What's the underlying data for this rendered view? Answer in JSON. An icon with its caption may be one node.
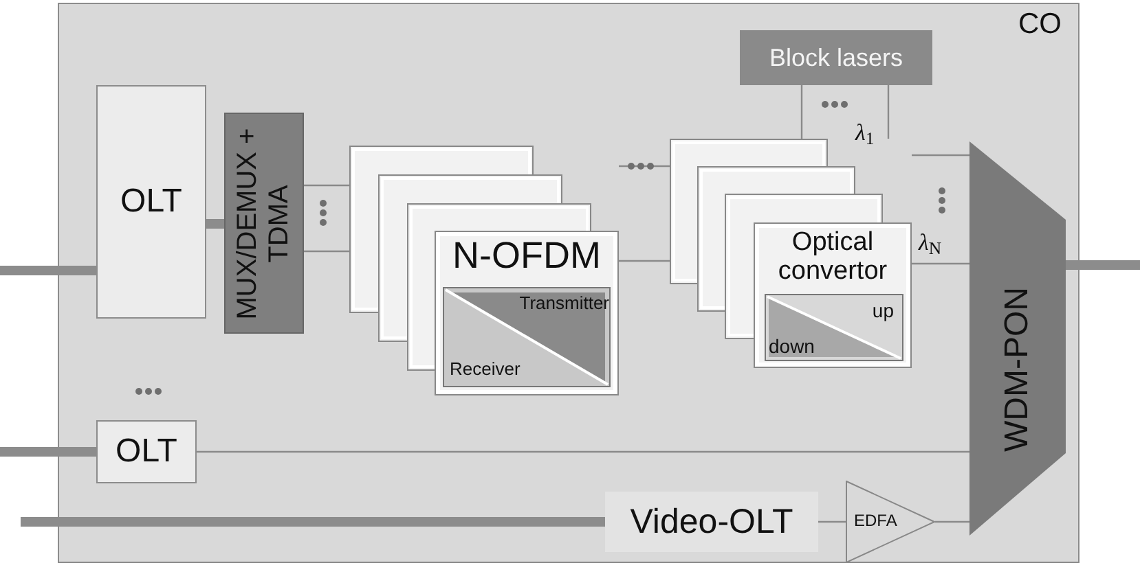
{
  "diagram": {
    "nodes": [
      {
        "text": [
          "CO"
        ]
      },
      {
        "text": [
          "OLT"
        ],
        "in": 0
      },
      {
        "text": [
          "OLT"
        ],
        "in": 0
      },
      {
        "text": [
          "MUX/DEMUX + TDMA"
        ],
        "in": 0
      },
      {
        "text": [
          "N-OFDM",
          "Transmitter",
          "Receiver"
        ],
        "in": 0
      },
      {
        "text": [
          "Optical convertor",
          "up",
          "down"
        ],
        "in": 0
      },
      {
        "text": [
          "Block lasers"
        ],
        "in": 0
      },
      {
        "text": [
          "WDM-PON"
        ],
        "in": 0
      },
      {
        "text": [
          "Video-OLT"
        ],
        "in": 0
      },
      {
        "text": [
          "EDFA"
        ],
        "in": 0
      }
    ],
    "edges": [
      {
        "from": null,
        "to": 1,
        "arrow": "none",
        "style": "thick"
      },
      {
        "from": null,
        "to": 2,
        "arrow": "none",
        "style": "thick"
      },
      {
        "from": null,
        "to": 8,
        "arrow": "none",
        "style": "thick"
      },
      {
        "from": 7,
        "to": null,
        "arrow": "none",
        "style": "thick"
      },
      {
        "from": 1,
        "to": 3,
        "arrow": "none",
        "style": "thick"
      },
      {
        "from": 3,
        "to": 4,
        "arrow": "none"
      },
      {
        "from": 3,
        "to": 4,
        "arrow": "none"
      },
      {
        "from": 4,
        "to": 5,
        "arrow": "none"
      },
      {
        "from": 4,
        "to": 5,
        "arrow": "none"
      },
      {
        "from": 5,
        "to": 7,
        "arrow": "none"
      },
      {
        "from": 5,
        "to": 7,
        "arrow": "none"
      },
      {
        "from": 6,
        "to": 5,
        "arrow": "none"
      },
      {
        "from": 6,
        "to": 5,
        "arrow": "none"
      },
      {
        "from": 2,
        "to": 7,
        "arrow": "none"
      },
      {
        "from": 8,
        "to": 9,
        "arrow": "none"
      },
      {
        "from": 9,
        "to": 7,
        "arrow": "none"
      }
    ],
    "labels": [
      "*λ*$_{1}$",
      "*λ*$_{N}$"
    ]
  }
}
